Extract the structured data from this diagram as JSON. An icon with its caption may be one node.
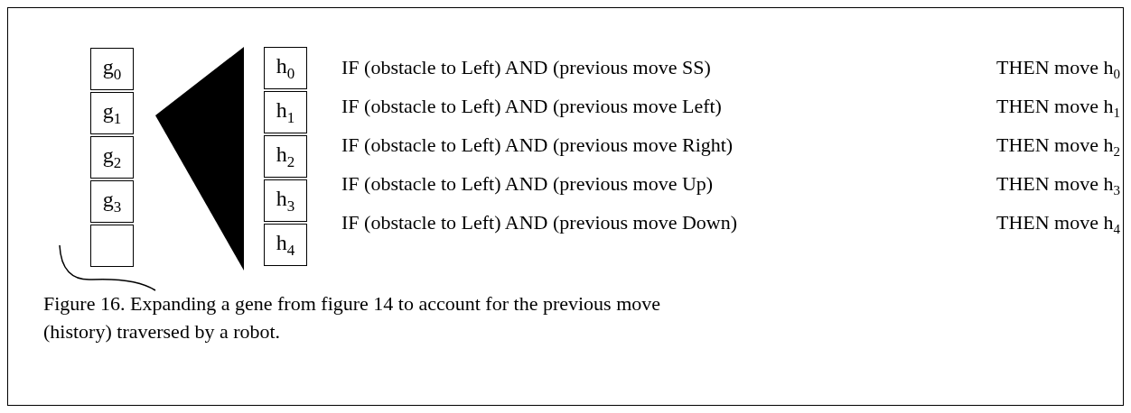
{
  "diagram": {
    "caption": "Figure 16. Expanding a gene from figure 14 to account for the previous move (history) traversed by a robot.",
    "nodes": [
      {
        "text": [
          "g$_{0}$"
        ]
      },
      {
        "text": [
          "g$_{1}$"
        ]
      },
      {
        "text": [
          "g$_{2}$"
        ]
      },
      {
        "text": [
          "g$_{3}$"
        ]
      },
      {
        "text": [],
        "shape": "box"
      },
      {
        "text": [],
        "shape": "triangle"
      },
      {
        "text": [
          "h$_{0}$"
        ]
      },
      {
        "text": [
          "h$_{1}$"
        ]
      },
      {
        "text": [
          "h$_{2}$"
        ]
      },
      {
        "text": [
          "h$_{3}$"
        ]
      },
      {
        "text": [
          "h$_{4}$"
        ]
      }
    ],
    "edges": [],
    "labels": [
      "IF (obstacle to Left) AND (previous move SS)",
      "THEN move h$_{0}$",
      "IF (obstacle to Left) AND (previous move Left)",
      "THEN move h$_{1}$",
      "IF (obstacle to Left) AND (previous move Right)",
      "THEN move h$_{2}$",
      "IF (obstacle to Left) AND (previous move Up)",
      "THEN move h$_{3}$",
      "IF (obstacle to Left) AND (previous move Down)",
      "THEN move h$_{4}$"
    ]
  }
}
